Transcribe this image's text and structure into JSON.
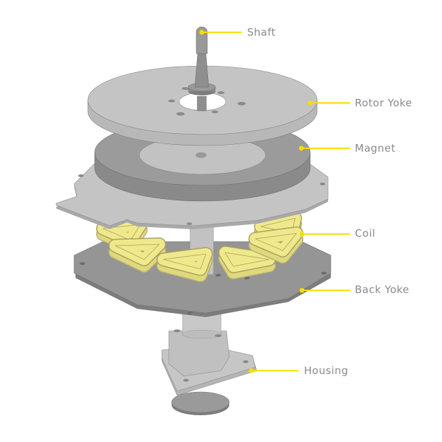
{
  "labels": {
    "shaft": "Shaft",
    "rotor_yoke": "Rotor Yoke",
    "magnet": "Magnet",
    "coil": "Coil",
    "back_yoke": "Back Yoke",
    "housing": "Housing"
  },
  "colors": {
    "leader": "#f5df00",
    "coil": "#efe98c",
    "light_part": "#c3c4c3",
    "dark_part": "#969696",
    "label_text": "#8a8a8a"
  }
}
